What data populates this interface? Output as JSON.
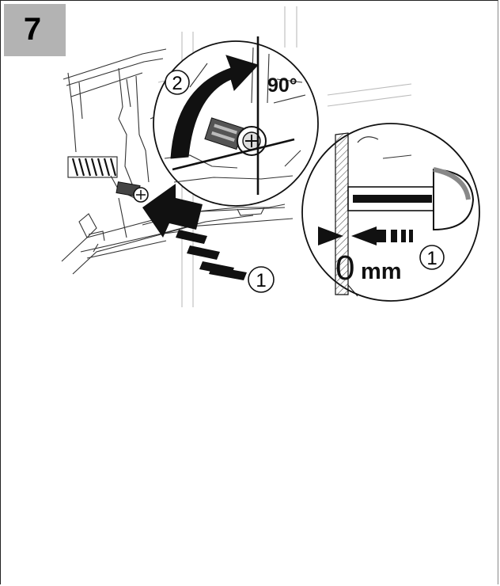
{
  "step": {
    "number": "7"
  },
  "illustration": {
    "callout_rotate": "2",
    "rotation_angle": "90°",
    "callout_push_main": "1",
    "detail": {
      "gap_value": "0",
      "gap_unit": "mm",
      "callout_push_detail": "1"
    }
  }
}
